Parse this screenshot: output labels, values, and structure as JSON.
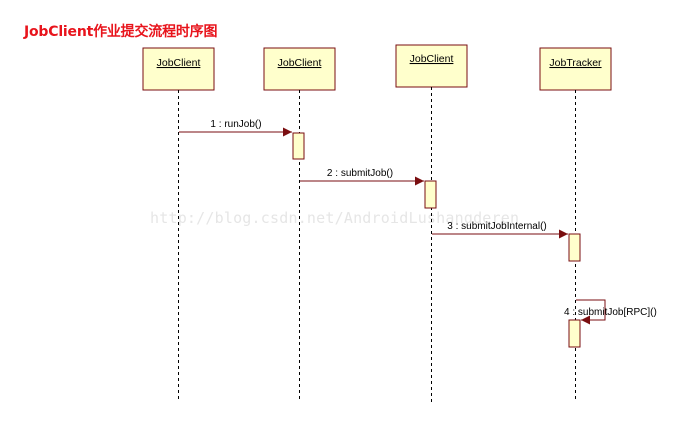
{
  "title": "JobClient作业提交流程时序图",
  "watermark": "http://blog.csdn.net/AndroidLushangderen",
  "lifelines": [
    {
      "label": "JobClient"
    },
    {
      "label": "JobClient"
    },
    {
      "label": "JobClient"
    },
    {
      "label": "JobTracker"
    }
  ],
  "messages": [
    {
      "label": "1 : runJob()",
      "from": 0,
      "to": 1
    },
    {
      "label": "2 : submitJob()",
      "from": 1,
      "to": 2
    },
    {
      "label": "3 : submitJobInternal()",
      "from": 2,
      "to": 3
    },
    {
      "label": "4 : submitJob[RPC]()",
      "from": 3,
      "to": 3
    }
  ],
  "colors": {
    "box_fill": "#ffffcc",
    "box_stroke": "#7a0e10",
    "line": "#7a0e10",
    "lifeline": "#000000",
    "text": "#000000",
    "title": "#e8141c"
  }
}
